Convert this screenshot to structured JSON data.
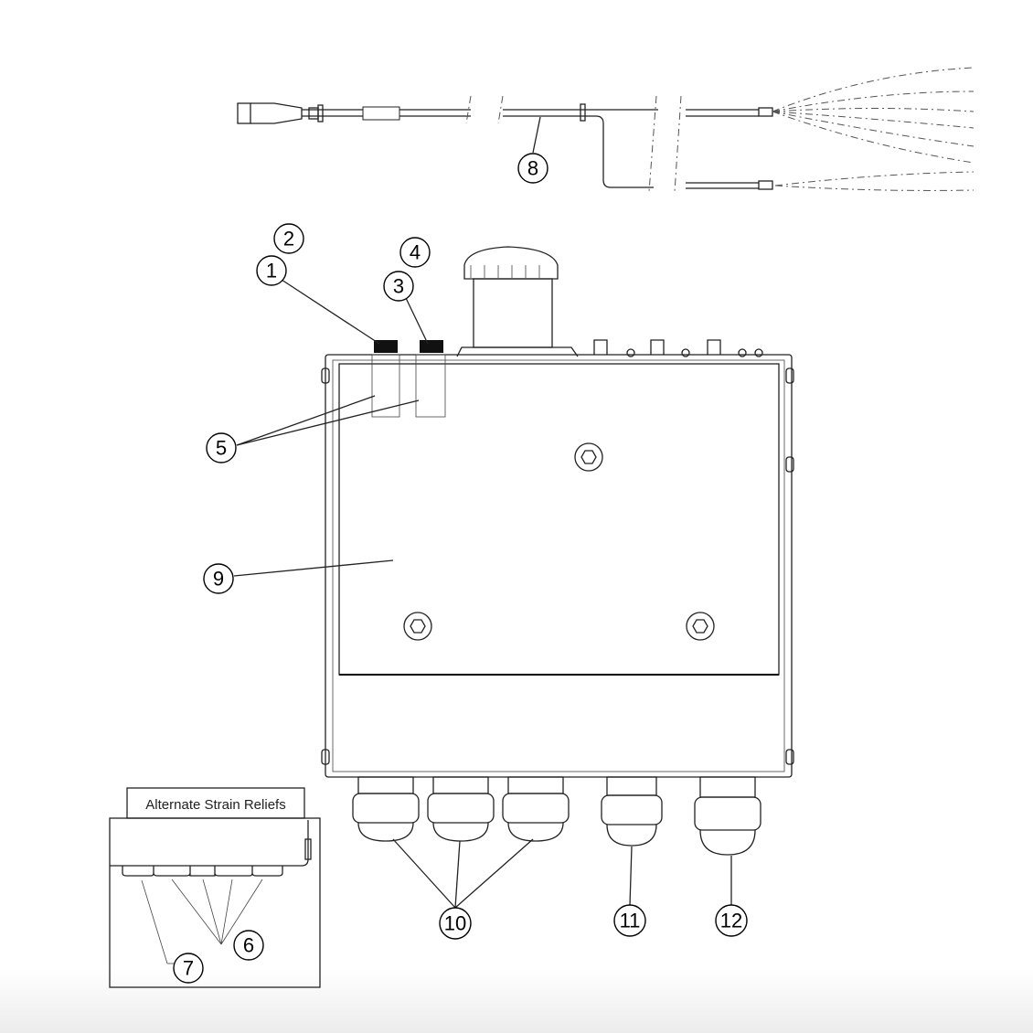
{
  "callouts": [
    "1",
    "2",
    "3",
    "4",
    "5",
    "6",
    "7",
    "8",
    "9",
    "10",
    "11",
    "12"
  ],
  "inset": {
    "title": "Alternate Strain Reliefs"
  }
}
